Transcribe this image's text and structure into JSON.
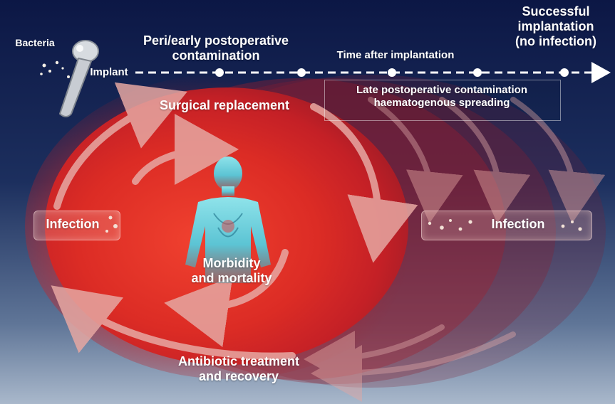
{
  "labels": {
    "bacteria": "Bacteria",
    "implant": "Implant",
    "peri_early": "Peri/early postoperative\ncontamination",
    "time_after": "Time after implantation",
    "successful": "Successful\nimplantation\n(no infection)",
    "late": "Late postoperative contamination\nhaematogenous spreading",
    "surgical": "Surgical replacement",
    "infection_left": "Infection",
    "infection_right": "Infection",
    "morbidity": "Morbidity\nand mortality",
    "antibiotic": "Antibiotic treatment\nand recovery"
  },
  "icons": {
    "implant": "hip-implant-icon",
    "body": "human-body-icon",
    "timeline": "dashed-arrow-timeline"
  },
  "colors": {
    "background_top": "#0f1a4a",
    "background_bottom": "#a4b4c8",
    "ellipse_core": "#e8362b",
    "ellipse_edge": "#9b1b1f",
    "arrow": "#e8a4a0",
    "body": "#7ed6e0",
    "text": "#ffffff"
  }
}
